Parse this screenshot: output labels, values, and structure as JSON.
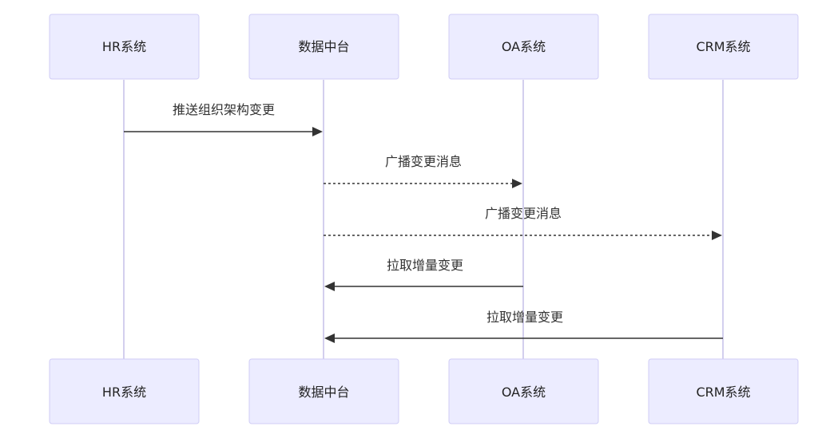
{
  "participants": [
    {
      "id": "hr",
      "label": "HR系统"
    },
    {
      "id": "dp",
      "label": "数据中台"
    },
    {
      "id": "oa",
      "label": "OA系统"
    },
    {
      "id": "crm",
      "label": "CRM系统"
    }
  ],
  "messages": [
    {
      "from": "hr",
      "to": "dp",
      "label": "推送组织架构变更",
      "style": "solid"
    },
    {
      "from": "dp",
      "to": "oa",
      "label": "广播变更消息",
      "style": "dashed"
    },
    {
      "from": "dp",
      "to": "crm",
      "label": "广播变更消息",
      "style": "dashed"
    },
    {
      "from": "oa",
      "to": "dp",
      "label": "拉取增量变更",
      "style": "solid"
    },
    {
      "from": "crm",
      "to": "dp",
      "label": "拉取增量变更",
      "style": "solid"
    }
  ]
}
